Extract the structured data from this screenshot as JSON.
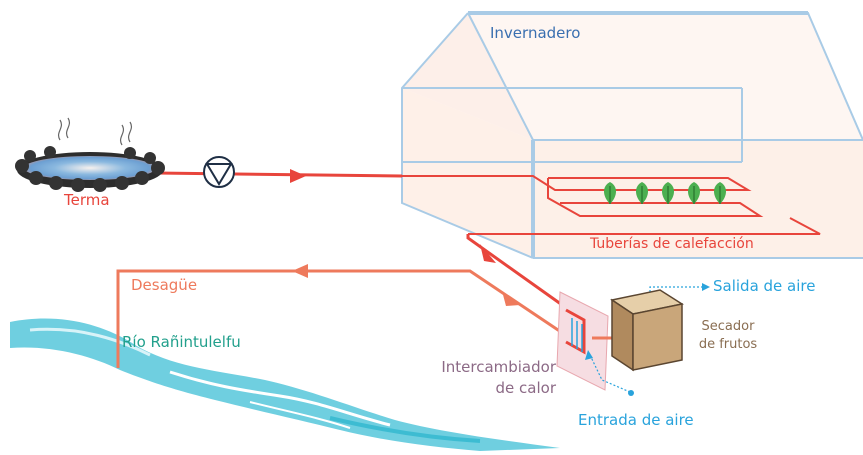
{
  "labels": {
    "greenhouse": "Invernadero",
    "hot_spring": "Terma",
    "heating_pipes": "Tuberías de calefacción",
    "drain": "Desagüe",
    "air_outlet": "Salida de aire",
    "fruit_dryer": "Secador de frutos",
    "river": "Río Rañintulelfu",
    "heat_exchanger": "Intercambiador de calor",
    "air_inlet": "Entrada de aire"
  },
  "colors": {
    "hot_pipe": "#e8453c",
    "warm_pipe": "#ee7a5c",
    "greenhouse_outline": "#a9cbe6",
    "greenhouse_fill": "#fdeee6",
    "greenhouse_label": "#3a6fb0",
    "river": "#6fcfe0",
    "river_label": "#22a08c",
    "air": "#29a3dc",
    "dryer": "#c9a67a",
    "dryer_label": "#8a6e52",
    "exchanger_label": "#8c6a86",
    "plant": "#4caf50"
  },
  "icons": {
    "pump": "pump-icon",
    "plant": "plant-icon",
    "steam": "steam-icon"
  }
}
